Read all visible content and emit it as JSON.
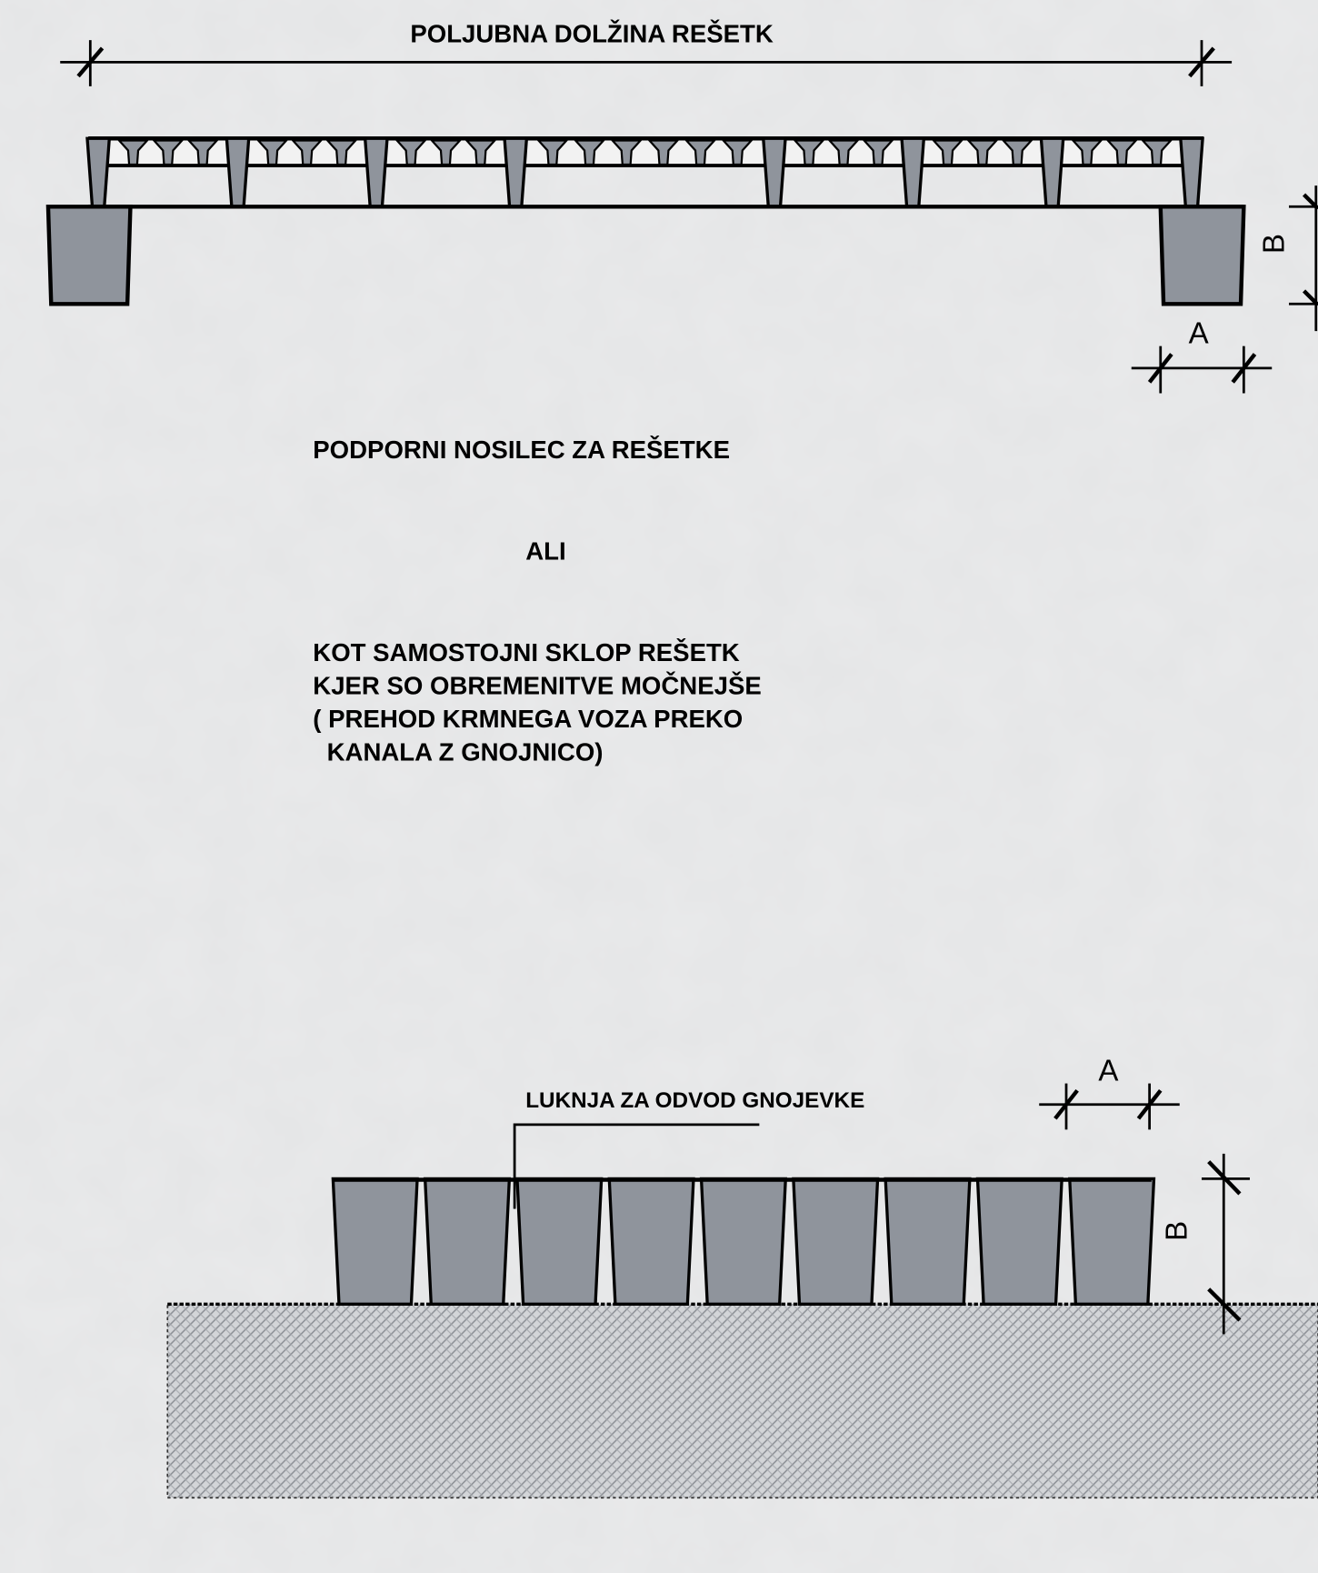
{
  "top_drawing": {
    "title": "POLJUBNA DOLŽINA REŠETK",
    "dim_a": "A",
    "dim_b": "B"
  },
  "text_block": {
    "heading": "PODPORNI NOSILEC ZA REŠETKE",
    "or": "ALI",
    "lines": [
      "KOT SAMOSTOJNI SKLOP REŠETK",
      "KJER SO OBREMENITVE MOČNEJŠE",
      "( PREHOD KRMNEGA VOZA PREKO",
      "  KANALA Z GNOJNICO)"
    ]
  },
  "bottom_drawing": {
    "hole_label": "LUKNJA ZA ODVOD GNOJEVKE",
    "dim_a": "A",
    "dim_b": "B"
  },
  "colors": {
    "concrete": "#8f949c",
    "background": "#e4e5e6",
    "ground": "#c9cbcf",
    "line": "#000000"
  }
}
